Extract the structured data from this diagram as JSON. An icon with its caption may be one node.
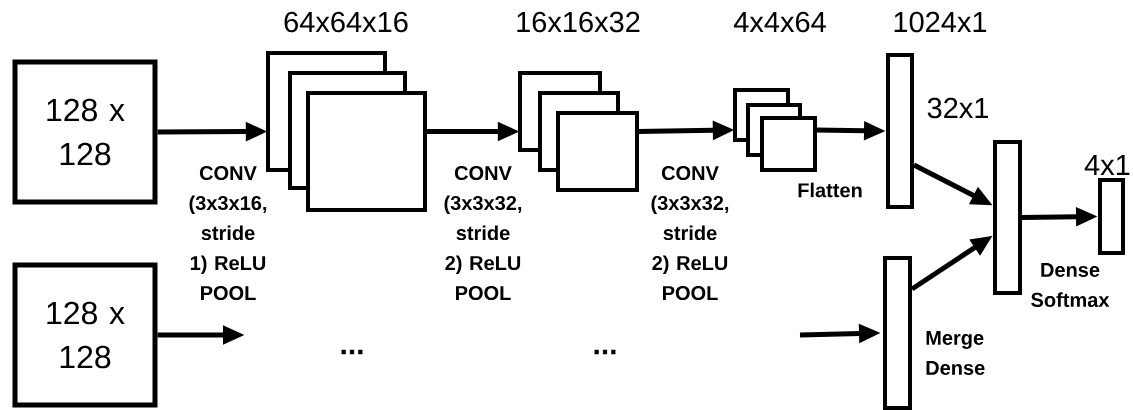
{
  "diagram": {
    "nodes": [
      {
        "text": [
          "128 x 128"
        ]
      },
      {
        "text": [
          "128 x 128"
        ]
      },
      {
        "text": [],
        "shape": "box",
        "beside": [
          "64x64x16"
        ]
      },
      {
        "text": [],
        "shape": "box",
        "beside": [
          "16x16x32"
        ]
      },
      {
        "text": [],
        "shape": "box",
        "beside": [
          "4x4x64"
        ]
      },
      {
        "text": [],
        "shape": "bar",
        "beside": [
          "1024x1"
        ]
      },
      {
        "text": [],
        "shape": "bar",
        "beside": [
          "Merge Dense"
        ]
      },
      {
        "text": [],
        "shape": "bar"
      },
      {
        "text": [],
        "shape": "bar",
        "beside": [
          "4x1"
        ]
      }
    ],
    "edges": [
      {
        "from": 0,
        "to": 2,
        "arrow": "to",
        "label": "CONV (3x3x16, stride 1) ReLU POOL"
      },
      {
        "from": 2,
        "to": 3,
        "arrow": "to",
        "label": "CONV (3x3x32, stride 2) ReLU POOL"
      },
      {
        "from": 3,
        "to": 4,
        "arrow": "to",
        "label": "CONV (3x3x32, stride 2) ReLU POOL"
      },
      {
        "from": 4,
        "to": 5,
        "arrow": "to",
        "label": "Flatten"
      },
      {
        "from": 1,
        "to": null,
        "arrow": "to"
      },
      {
        "from": null,
        "to": 6,
        "arrow": "to"
      },
      {
        "from": 5,
        "to": 7,
        "arrow": "to"
      },
      {
        "from": 6,
        "to": 7,
        "arrow": "to"
      },
      {
        "from": 7,
        "to": 8,
        "arrow": "to",
        "label": "Dense Softmax"
      }
    ],
    "labels": [
      "32x1",
      "...",
      "..."
    ]
  }
}
